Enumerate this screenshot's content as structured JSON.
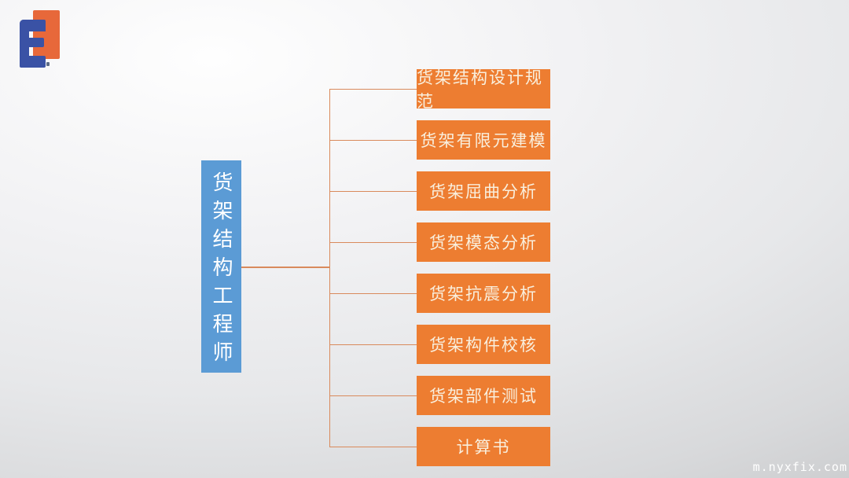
{
  "logo": {
    "letter": "E",
    "orange_color": "#E7683A",
    "blue_color": "#3A52A5"
  },
  "root": {
    "label": "货架结构工程师",
    "bg_color": "#5B9BD5",
    "text_color": "#FFFFFF"
  },
  "branches": [
    {
      "label": "货架结构设计规范"
    },
    {
      "label": "货架有限元建模"
    },
    {
      "label": "货架屈曲分析"
    },
    {
      "label": "货架模态分析"
    },
    {
      "label": "货架抗震分析"
    },
    {
      "label": "货架构件校核"
    },
    {
      "label": "货架部件测试"
    },
    {
      "label": "计算书"
    }
  ],
  "colors": {
    "branch_bg": "#ED7D31",
    "branch_text": "#F9EFDD",
    "connector": "#D98A5C"
  },
  "watermark": {
    "text": "m.nyxfix.com"
  }
}
